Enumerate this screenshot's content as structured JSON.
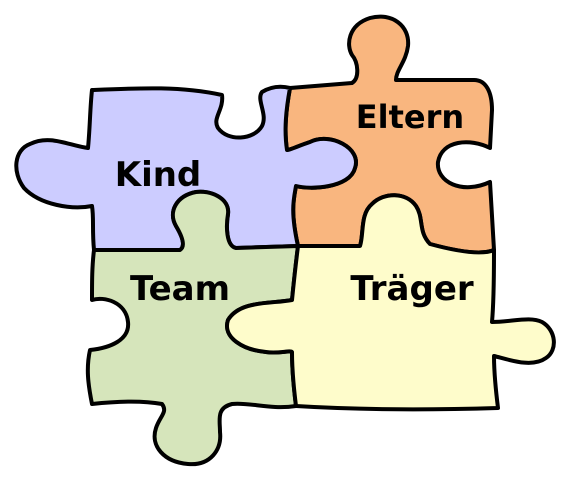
{
  "pieces": {
    "kind": {
      "label": "Kind",
      "color": "#ccccff"
    },
    "eltern": {
      "label": "Eltern",
      "color": "#f9b67f"
    },
    "team": {
      "label": "Team",
      "color": "#d6e5bb"
    },
    "traeger": {
      "label": "Träger",
      "color": "#fefccb"
    }
  },
  "outline_color": "#000000"
}
